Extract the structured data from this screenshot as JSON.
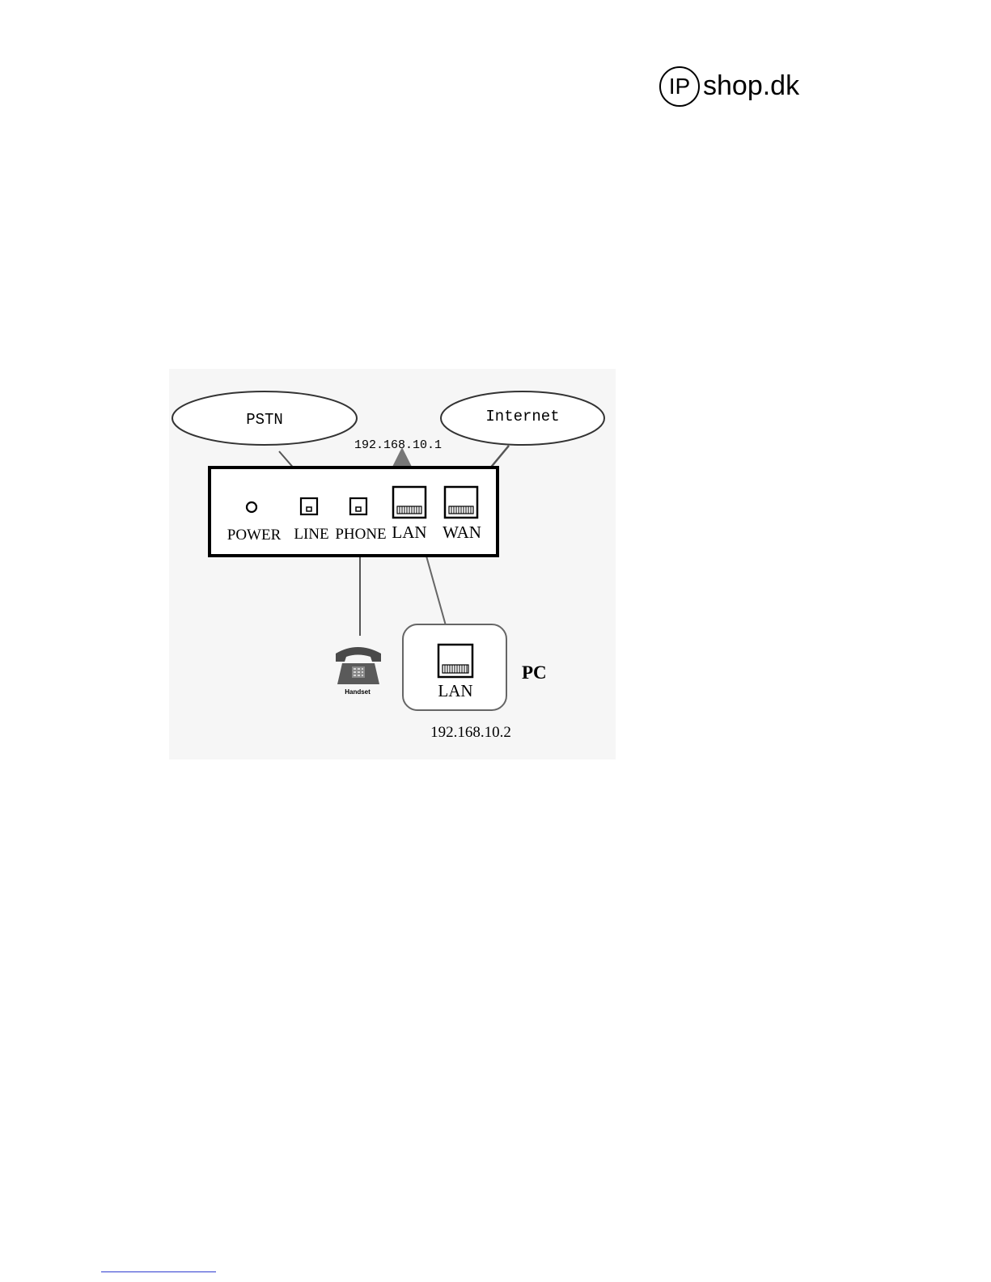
{
  "logo": {
    "circle_text": "IP",
    "text": "shop.dk"
  },
  "diagram": {
    "clouds": {
      "pstn": "PSTN",
      "internet": "Internet"
    },
    "router_ip": "192.168.10.1",
    "ports": {
      "power": "POWER",
      "line": "LINE",
      "phone": "PHONE",
      "lan": "LAN",
      "wan": "WAN"
    },
    "handset_label": "Handset",
    "pc": {
      "title": "PC",
      "port": "LAN",
      "ip": "192.168.10.2"
    }
  }
}
